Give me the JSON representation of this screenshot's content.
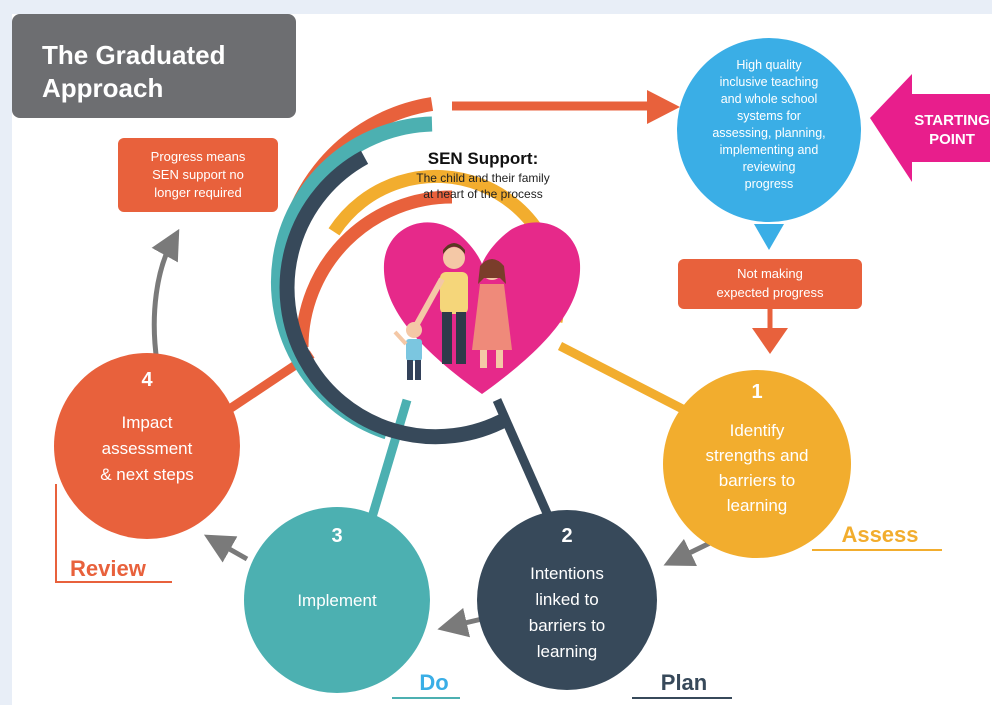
{
  "title": {
    "line1": "The Graduated",
    "line2": "Approach"
  },
  "center": {
    "heading": "SEN Support:",
    "subtitle_line1": "The child and their family",
    "subtitle_line2": "at heart of the process"
  },
  "starting_point": {
    "line1": "STARTING",
    "line2": "POINT"
  },
  "top_circle": {
    "lines": [
      "High quality",
      "inclusive teaching",
      "and whole school",
      "systems for",
      "assessing, planning,",
      "implementing and",
      "reviewing",
      "progress"
    ]
  },
  "not_making": {
    "line1": "Not making",
    "line2": "expected progress"
  },
  "progress_box": {
    "line1": "Progress means",
    "line2": "SEN support no",
    "line3": "longer required"
  },
  "steps": [
    {
      "number": "1",
      "lines": [
        "Identify",
        "strengths and",
        "barriers to",
        "learning"
      ],
      "stage": "Assess"
    },
    {
      "number": "2",
      "lines": [
        "Intentions",
        "linked to",
        "barriers to",
        "learning"
      ],
      "stage": "Plan"
    },
    {
      "number": "3",
      "lines": [
        "Implement"
      ],
      "stage": "Do"
    },
    {
      "number": "4",
      "lines": [
        "Impact",
        "assessment",
        "& next steps"
      ],
      "stage": "Review"
    }
  ],
  "colors": {
    "title_bg": "#6d6e71",
    "orange": "#e8613c",
    "teal": "#4cb0b1",
    "dark_slate": "#37495a",
    "yellow": "#f2ad2e",
    "blue": "#3aaee6",
    "magenta": "#e81e8c",
    "heart": "#e6298a",
    "arrow_gray": "#7a7a7a"
  }
}
